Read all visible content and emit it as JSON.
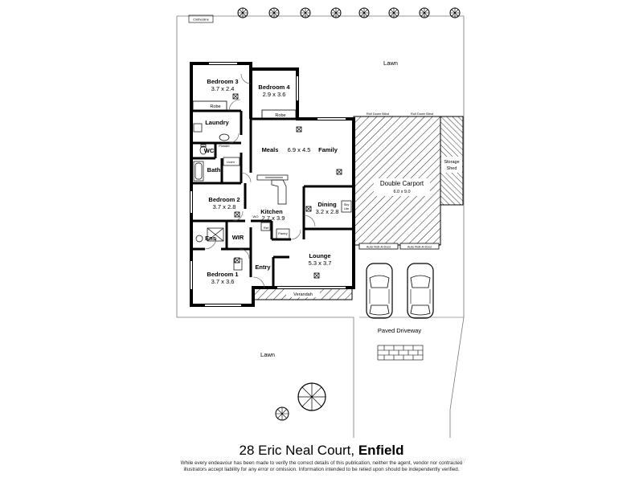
{
  "address": {
    "street": "28 Eric Neal Court,",
    "suburb": "Enfield"
  },
  "disclaimer": [
    "While every endeavour has been made to verify the correct details of this publication, neither the agent, vendor nor contracted",
    "illustrators accept liability for any error or omission. Information intended to be relied upon should be independently verified."
  ],
  "watermark": "realty",
  "rooms": {
    "bedroom3": {
      "name": "Bedroom 3",
      "size": "3.7 x 2.4"
    },
    "bedroom4": {
      "name": "Bedroom 4",
      "size": "2.9 x 3.6"
    },
    "meals": {
      "name": "Meals",
      "size": "6.9 x 4.5"
    },
    "family": {
      "name": "Family"
    },
    "laundry": {
      "name": "Laundry"
    },
    "wc": {
      "name": "WC"
    },
    "bath": {
      "name": "Bath"
    },
    "bedroom2": {
      "name": "Bedroom 2",
      "size": "3.7 x 2.8"
    },
    "kitchen": {
      "name": "Kitchen",
      "size": "2.7 x 3.9"
    },
    "dining": {
      "name": "Dining",
      "size": "3.2 x 2.8"
    },
    "ens": {
      "name": "Ens"
    },
    "wir": {
      "name": "WIR"
    },
    "bedroom1": {
      "name": "Bedroom 1",
      "size": "3.7 x 3.6"
    },
    "entry": {
      "name": "Entry"
    },
    "lounge": {
      "name": "Lounge",
      "size": "5.3 x 3.7"
    },
    "carport": {
      "name": "Double Carport",
      "size": "6.0 x 9.0"
    },
    "shed": {
      "name": "Storage Shed",
      "line1": "Storage",
      "line2": "Shed"
    }
  },
  "labels": {
    "clothesline": "Clothesline",
    "lawn_top": "Lawn",
    "lawn_bottom": "Lawn",
    "robe3": "Robe",
    "robe4": "Robe",
    "powder": "Powder",
    "linen": "Linen",
    "wo": "WO",
    "ref": "Ref",
    "pantry": "Pantry",
    "sky": "Sky",
    "lite": "Lite",
    "verandah": "Verandah",
    "paved_driveway": "Paved Driveway",
    "auto_door_1": "Auto Roll-A-Door",
    "auto_door_2": "Auto Roll-A-Door",
    "blind_1": "Roll Down Blind",
    "blind_2": "Roll Down Blind"
  },
  "icons": {
    "trees": "tree-icon",
    "cars": "car-icon",
    "pavers": "paver-icon"
  }
}
